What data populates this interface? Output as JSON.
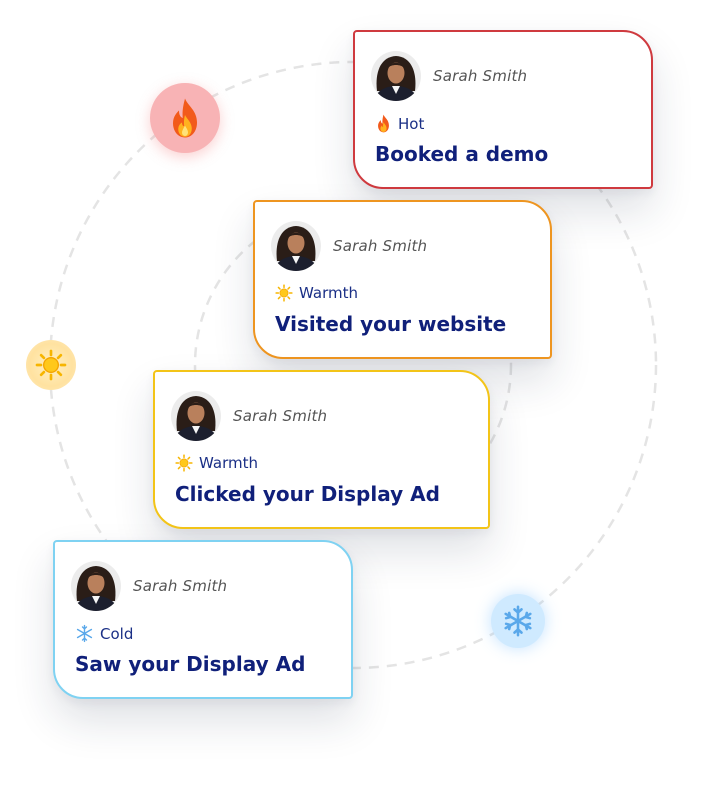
{
  "cards": [
    {
      "person": "Sarah Smith",
      "temperature": "Hot",
      "temperature_icon": "fire-icon",
      "action": "Booked a demo",
      "accent": "#cf3a3f"
    },
    {
      "person": "Sarah Smith",
      "temperature": "Warmth",
      "temperature_icon": "sun-icon",
      "action": "Visited your website",
      "accent": "#ee9520"
    },
    {
      "person": "Sarah Smith",
      "temperature": "Warmth",
      "temperature_icon": "sun-icon",
      "action": "Clicked your Display Ad",
      "accent": "#f3c418"
    },
    {
      "person": "Sarah Smith",
      "temperature": "Cold",
      "temperature_icon": "snowflake-icon",
      "action": "Saw your Display Ad",
      "accent": "#7fd2f2"
    }
  ],
  "orbit_icons": [
    "fire-icon",
    "sun-icon",
    "snowflake-icon"
  ],
  "colors": {
    "heading": "#10207a",
    "label": "#1a2f86",
    "name": "#555555"
  }
}
